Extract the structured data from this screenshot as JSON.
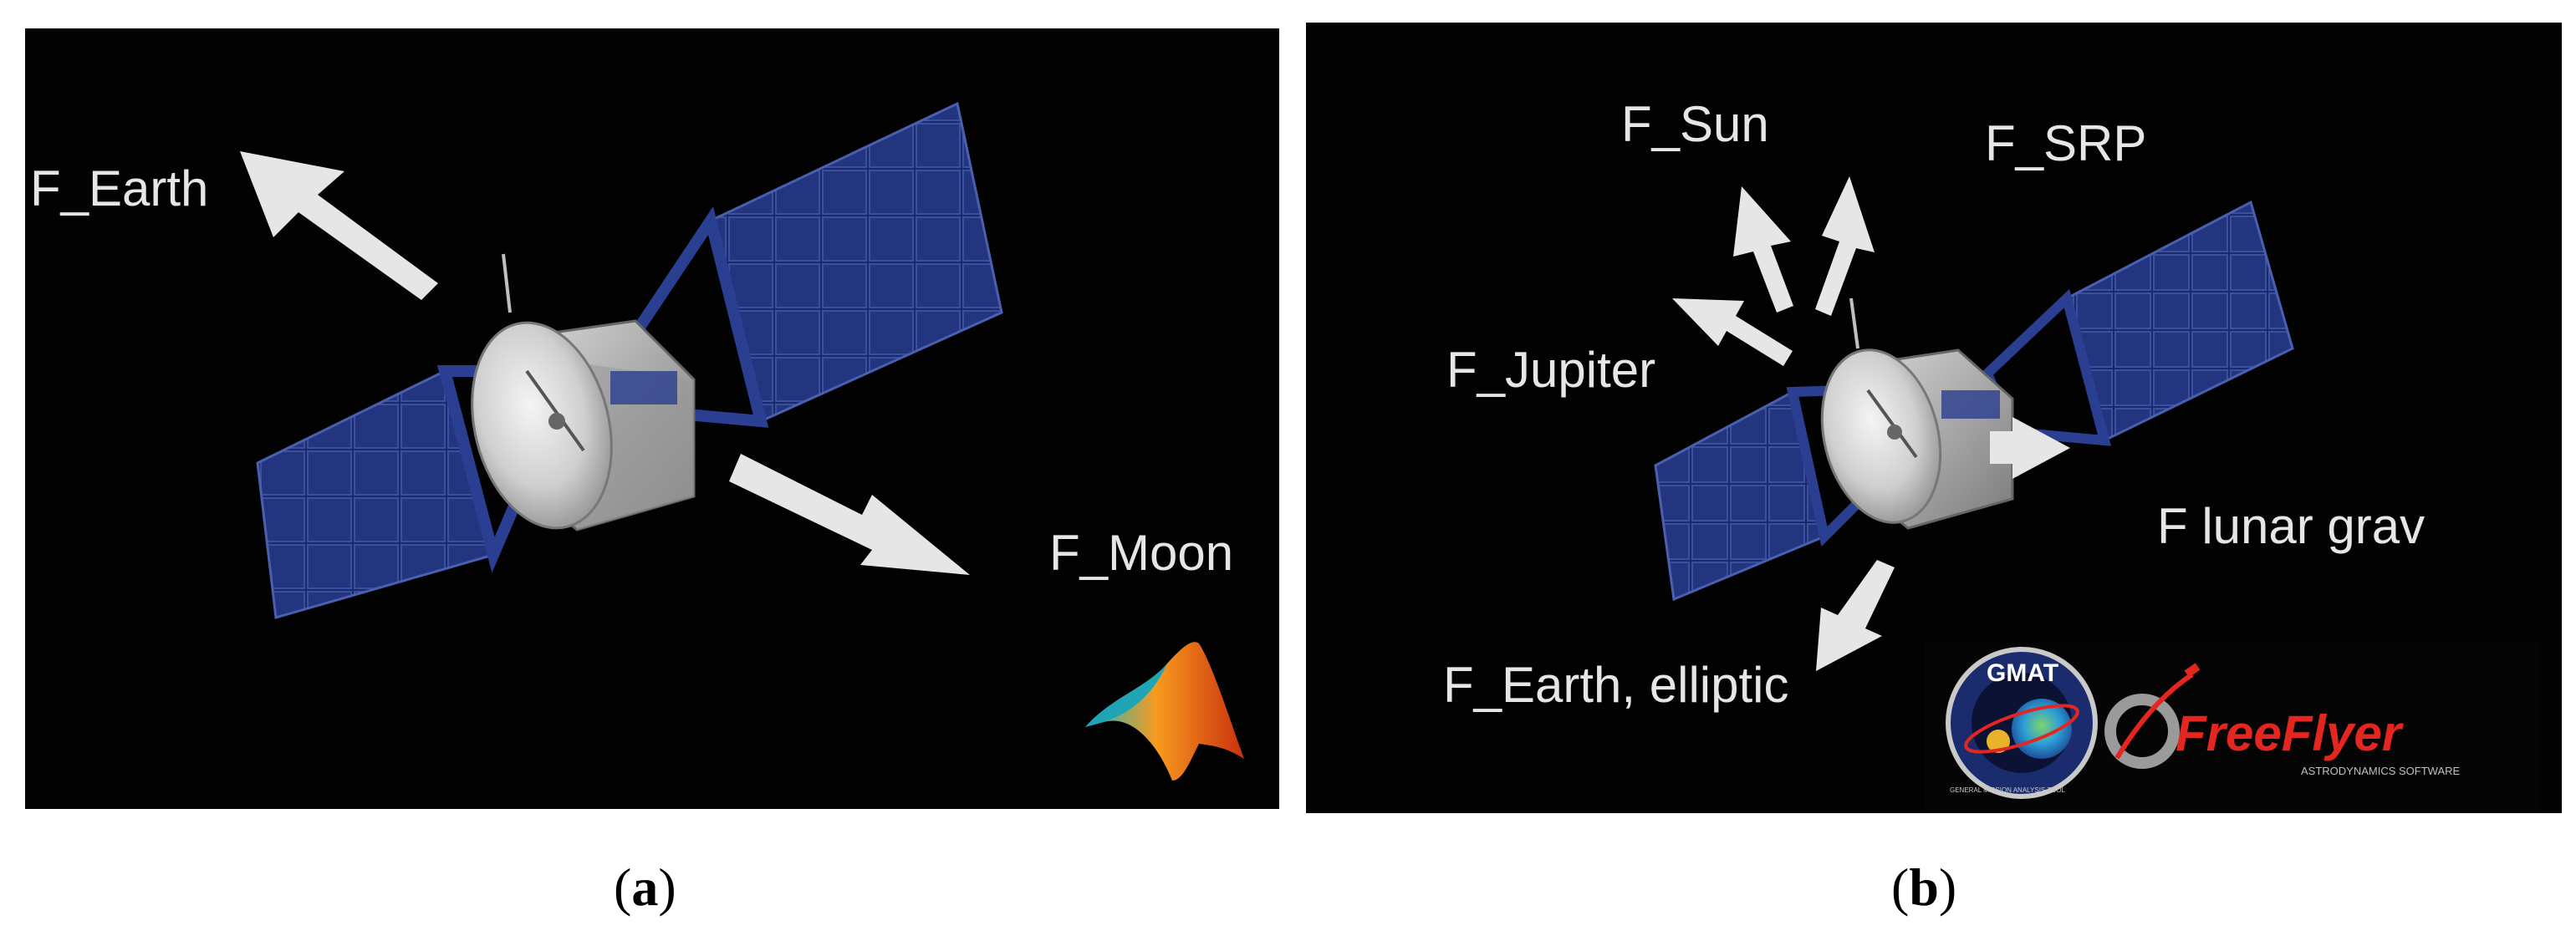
{
  "panel_a": {
    "labels": {
      "earth": "F_Earth",
      "moon": "F_Moon"
    },
    "logo_icon": "matlab-logo-icon",
    "caption": {
      "open": "(",
      "letter": "a",
      "close": ")"
    }
  },
  "panel_b": {
    "labels": {
      "sun": "F_Sun",
      "srp": "F_SRP",
      "jupiter": "F_Jupiter",
      "lunar": "F lunar grav",
      "earth_elliptic": "F_Earth, elliptic"
    },
    "logos": {
      "gmat": "GMAT",
      "gmat_ring": "GENERAL MISSION ANALYSIS TOOL",
      "freeflyer": "FreeFlyer",
      "freeflyer_sub": "ASTRODYNAMICS SOFTWARE"
    },
    "caption": {
      "open": "(",
      "letter": "b",
      "close": ")"
    }
  },
  "colors": {
    "background": "#020202",
    "arrow": "#e6e6e6",
    "label": "#e6e6e6",
    "panel_blue": "#1a2a6c",
    "freeflyer_red": "#e3261f"
  }
}
